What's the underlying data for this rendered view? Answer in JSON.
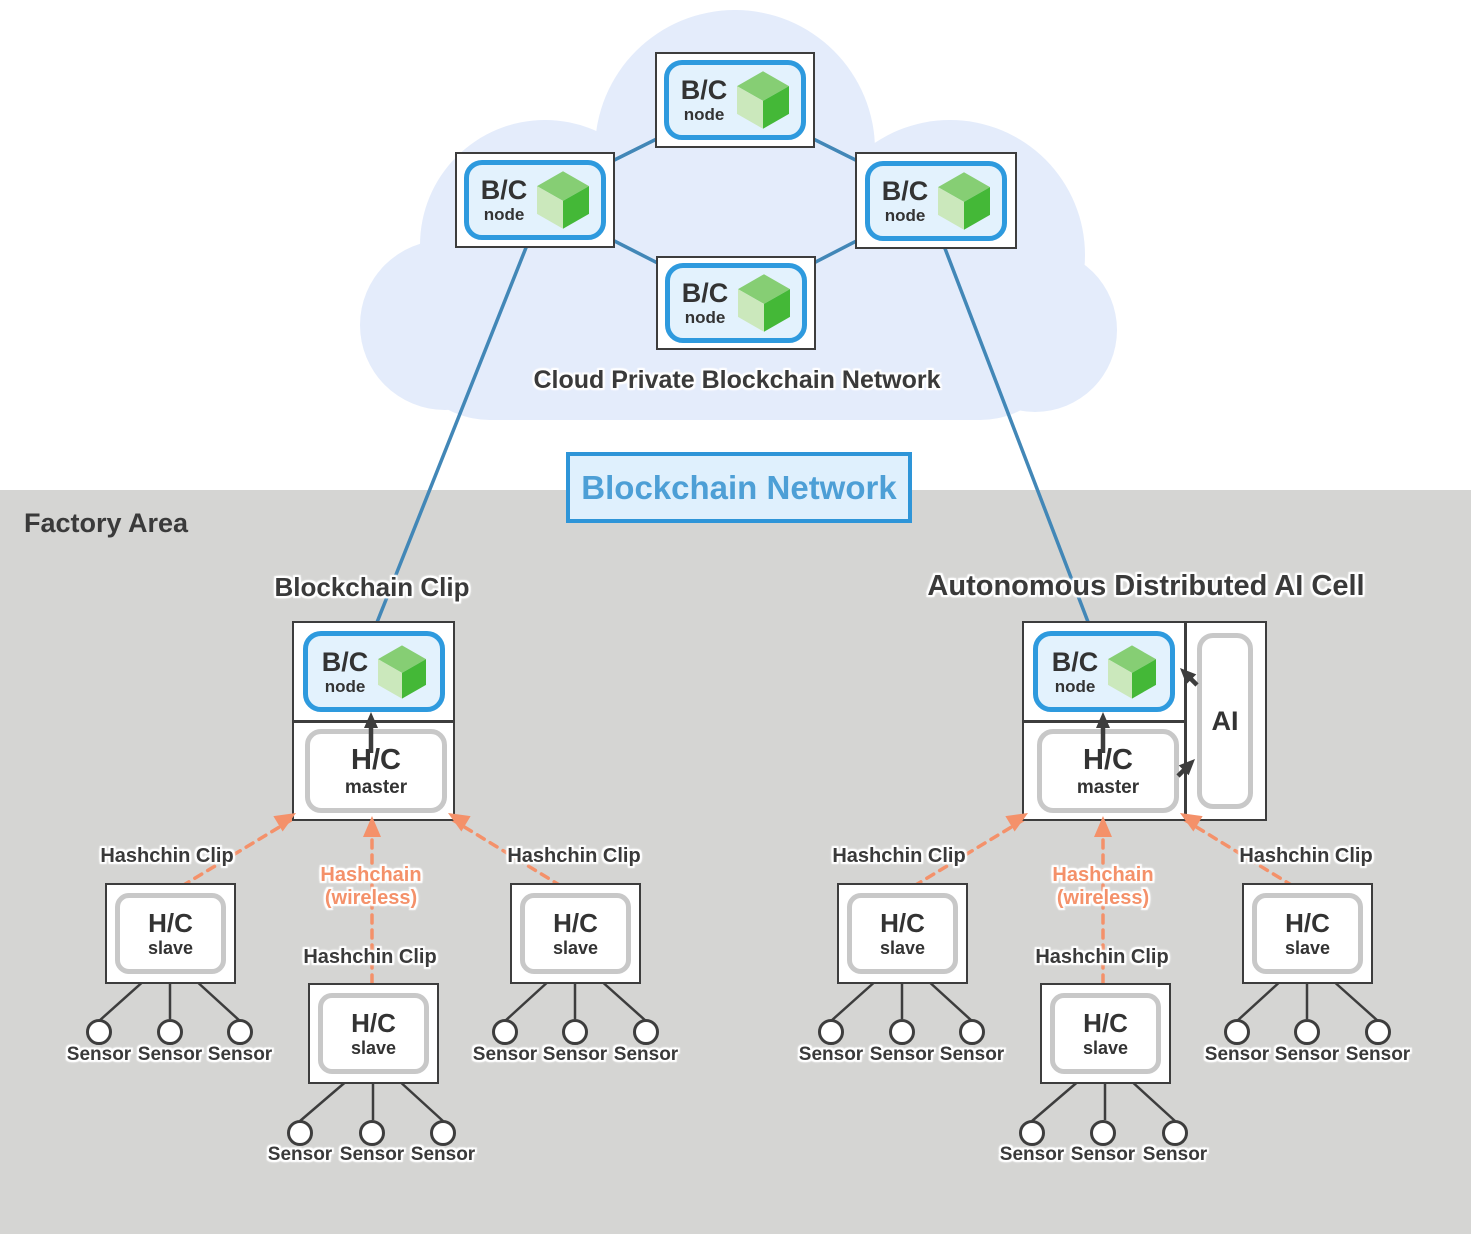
{
  "cloud": {
    "caption": "Cloud Private Blockchain Network"
  },
  "network_badge": {
    "label": "Blockchain Network"
  },
  "node_labels": {
    "bc": "B/C",
    "bc_sub": "node",
    "hc": "H/C",
    "master_sub": "master",
    "slave_sub": "slave",
    "ai": "AI"
  },
  "factory": {
    "label": "Factory Area",
    "left_cell_title": "Blockchain Clip",
    "right_cell_title": "Autonomous Distributed AI Cell",
    "hashchin_clip_label": "Hashchin Clip",
    "hashchain_wireless": {
      "line1": "Hashchain",
      "line2": "(wireless)"
    },
    "sensor_label": "Sensor"
  },
  "icons": {
    "cube": "blockchain-cube-icon"
  },
  "colors": {
    "cloud_fill": "#e4ecfb",
    "factory_fill": "#d5d5d3",
    "node_border": "#2e9ade",
    "node_fill": "#e3f2fd",
    "box_border": "#3d3d3d",
    "rounded_gray_border": "#c8c8c8",
    "blue_link": "#4287b7",
    "orange_link": "#f4916a",
    "badge_border": "#2e95d8",
    "badge_fill": "#dff0fd",
    "badge_text": "#4d9fd6",
    "cube_top": "#86ce74",
    "cube_left": "#cbe8bc",
    "cube_right": "#44b837",
    "text_dark": "#3a3a3a"
  }
}
